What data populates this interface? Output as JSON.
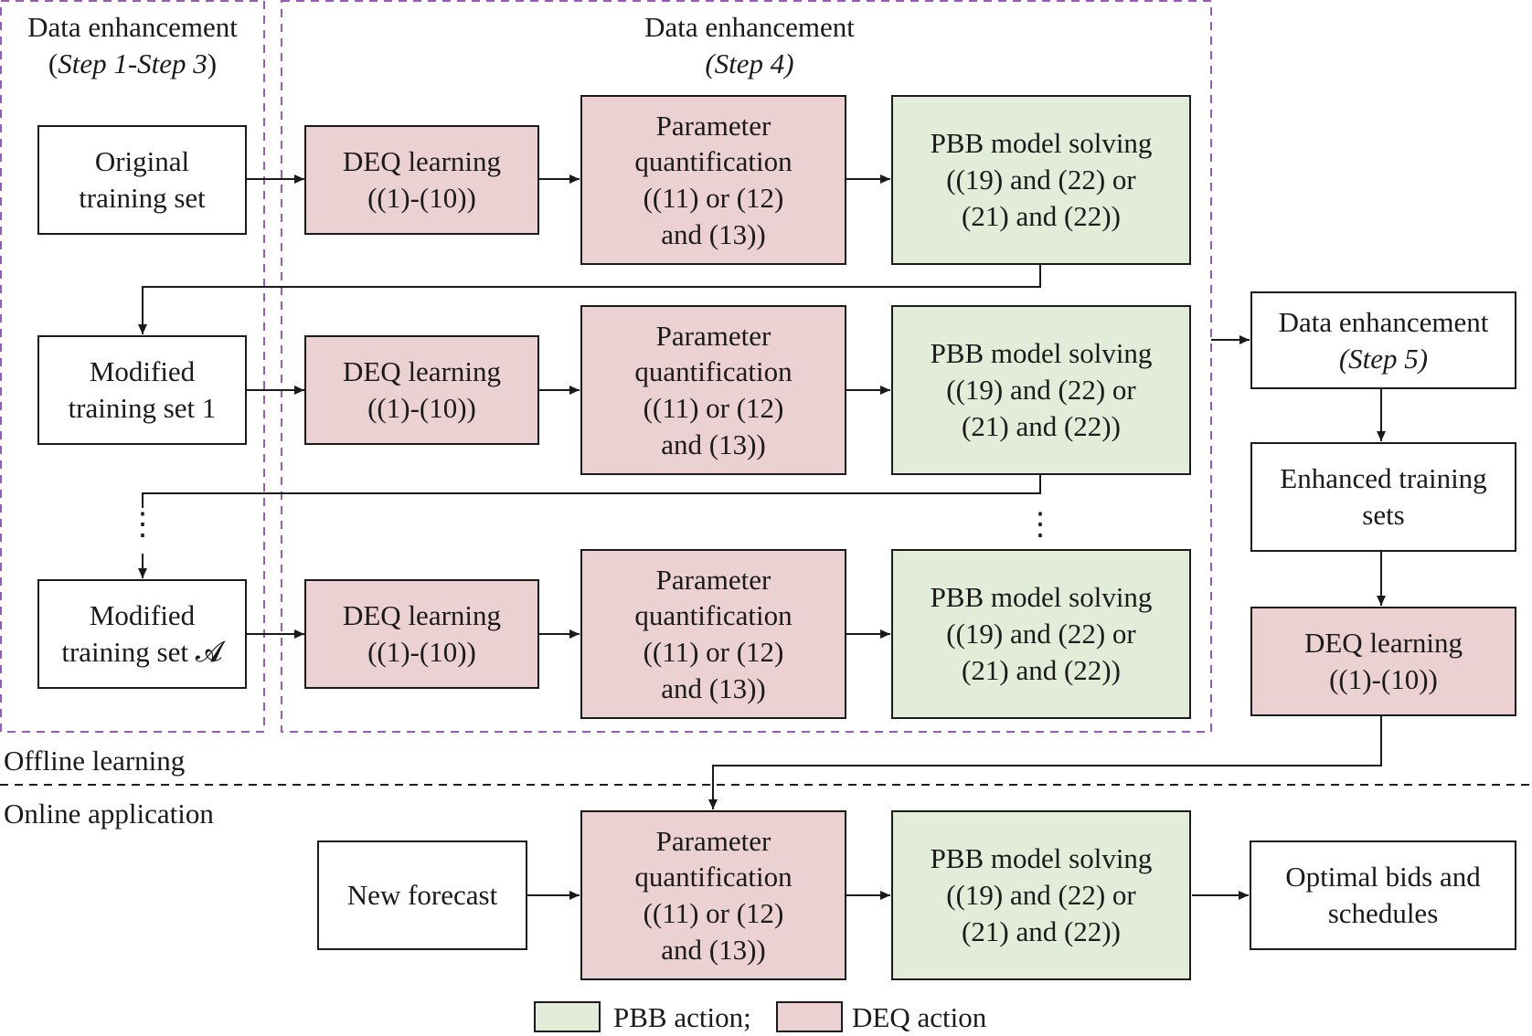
{
  "regions": {
    "steps_1_3": {
      "line1": "Data enhancement",
      "line2_open": "(",
      "line2_italic": "Step 1-Step 3",
      "line2_close": ")"
    },
    "step_4": {
      "line1": "Data enhancement",
      "line2": "(Step 4)"
    },
    "offline_label": "Offline learning",
    "online_label": "Online application"
  },
  "training_sets": [
    {
      "line1": "Original",
      "line2": "training set"
    },
    {
      "line1": "Modified",
      "line2": "training set 1"
    },
    {
      "line1": "Modified",
      "line2": "training set 𝓐"
    }
  ],
  "deq_learning": {
    "line1": "DEQ learning",
    "line2": "((1)-(10))"
  },
  "parameter_quantification": {
    "line1": "Parameter",
    "line2": "quantification",
    "line3": "((11) or (12)",
    "line4": "and (13))"
  },
  "pbb_model_solving": {
    "line1": "PBB model solving",
    "line2": "((19) and (22) or",
    "line3": "(21) and (22))"
  },
  "ellipsis_vertical": "⋮",
  "step_5": {
    "line1": "Data enhancement",
    "line2": "(Step 5)"
  },
  "enhanced_sets": {
    "line1": "Enhanced training",
    "line2": "sets"
  },
  "online": {
    "new_forecast": "New forecast",
    "output": {
      "line1": "Optimal bids and",
      "line2": "schedules"
    }
  },
  "legend": [
    {
      "label": "PBB action;",
      "color": "#e2ecd9"
    },
    {
      "label": "DEQ action",
      "color": "#ecd1d3"
    }
  ],
  "colors": {
    "deq_fill": "#ecd1d3",
    "pbb_fill": "#e2ecd9",
    "region_border": "#9b59b6",
    "line": "#1a1a1a"
  }
}
